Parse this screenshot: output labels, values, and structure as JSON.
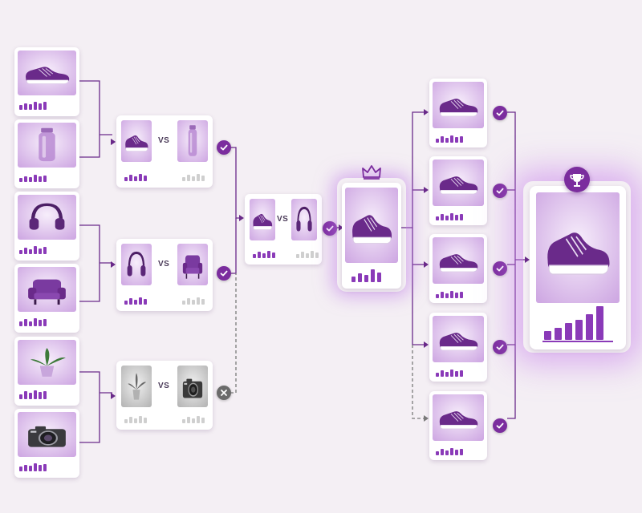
{
  "colors": {
    "background": "#f4eff4",
    "accent": "#7b2d9e",
    "accent_light": "#c99ee0",
    "bar_winner": "#8a3ab8",
    "bar_loser": "#cfcfcf",
    "eliminated": "#6b6b6b",
    "line": "#6a2a8a",
    "line_dashed": "#7a7a7a"
  },
  "labels": {
    "vs": "VS"
  },
  "icons": {
    "winner_mark": "check-icon",
    "loser_mark": "x-icon",
    "top_seed": "crown-icon",
    "champion": "trophy-icon"
  },
  "products": [
    "sneaker",
    "water-bottle",
    "headphones",
    "armchair",
    "potted-plant",
    "camera"
  ],
  "entrants": [
    {
      "product": "sneaker",
      "bar_level": [
        0.35,
        0.5,
        0.45,
        0.65,
        0.5,
        0.6
      ]
    },
    {
      "product": "water-bottle",
      "bar_level": [
        0.3,
        0.45,
        0.35,
        0.55,
        0.45,
        0.5
      ]
    },
    {
      "product": "headphones",
      "bar_level": [
        0.3,
        0.5,
        0.4,
        0.6,
        0.45,
        0.55
      ]
    },
    {
      "product": "armchair",
      "bar_level": [
        0.35,
        0.55,
        0.4,
        0.6,
        0.5,
        0.55
      ]
    },
    {
      "product": "potted-plant",
      "bar_level": [
        0.4,
        0.6,
        0.5,
        0.7,
        0.55,
        0.6
      ]
    },
    {
      "product": "camera",
      "bar_level": [
        0.35,
        0.5,
        0.45,
        0.6,
        0.5,
        0.55
      ]
    }
  ],
  "round1": [
    {
      "left": "sneaker",
      "right": "water-bottle",
      "winner": "sneaker",
      "result": "advanced"
    },
    {
      "left": "headphones",
      "right": "armchair",
      "winner": "headphones",
      "result": "advanced"
    },
    {
      "left": "potted-plant",
      "right": "camera",
      "winner": "none",
      "result": "eliminated"
    }
  ],
  "semifinal": {
    "left": "sneaker",
    "right": "headphones",
    "winner": "sneaker",
    "result": "advanced"
  },
  "top_seed": {
    "product": "sneaker",
    "bar_level": [
      0.35,
      0.55,
      0.45,
      0.8,
      0.6
    ]
  },
  "variants": [
    {
      "product": "sneaker",
      "style": "white-side-view",
      "result": "advanced"
    },
    {
      "product": "sneaker",
      "style": "purple-studio",
      "result": "advanced"
    },
    {
      "product": "sneaker",
      "style": "dark-neon",
      "result": "advanced"
    },
    {
      "product": "sneaker",
      "style": "splash",
      "result": "advanced"
    },
    {
      "product": "sneaker",
      "style": "plain-white",
      "result": "advanced"
    }
  ],
  "champion": {
    "product": "sneaker",
    "bar_level": [
      0.25,
      0.35,
      0.5,
      0.6,
      0.75,
      1.0
    ]
  }
}
